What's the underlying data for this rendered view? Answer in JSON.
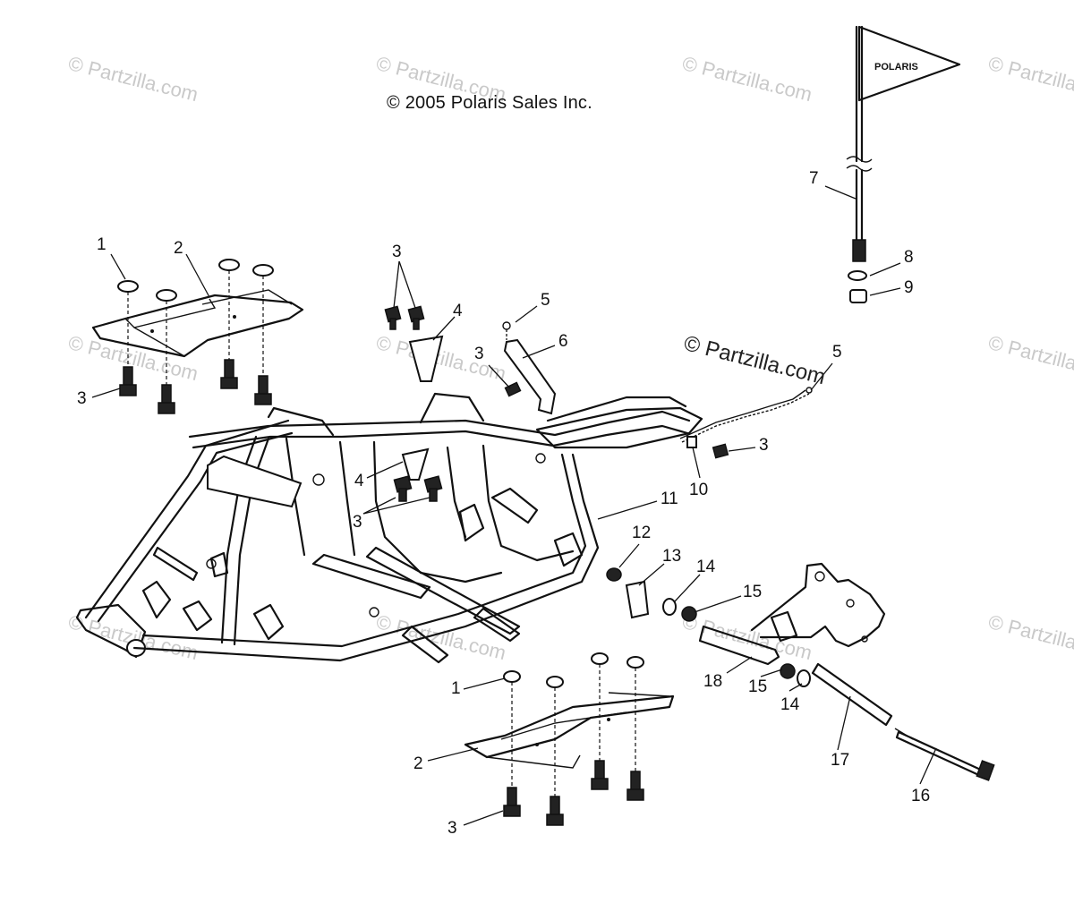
{
  "copyright": "© 2005 Polaris Sales Inc.",
  "flag_text": "POLARIS",
  "watermarks": {
    "light": "© Partzilla.com",
    "dark": "© Partzilla.com"
  },
  "callouts": {
    "c1_top": "1",
    "c2_top": "2",
    "c3_topleft": "3",
    "c3_topmid": "3",
    "c4_top": "4",
    "c5_mid": "5",
    "c6": "6",
    "c3_mid": "3",
    "c5_right": "5",
    "c7": "7",
    "c8": "8",
    "c9": "9",
    "c3_right": "3",
    "c10": "10",
    "c4_lower": "4",
    "c3_lower": "3",
    "c11": "11",
    "c12": "12",
    "c13": "13",
    "c14_upper": "14",
    "c15_upper": "15",
    "c18": "18",
    "c15_lower": "15",
    "c14_lower": "14",
    "c17": "17",
    "c16": "16",
    "c1_bottom": "1",
    "c2_bottom": "2",
    "c3_bottom": "3"
  }
}
